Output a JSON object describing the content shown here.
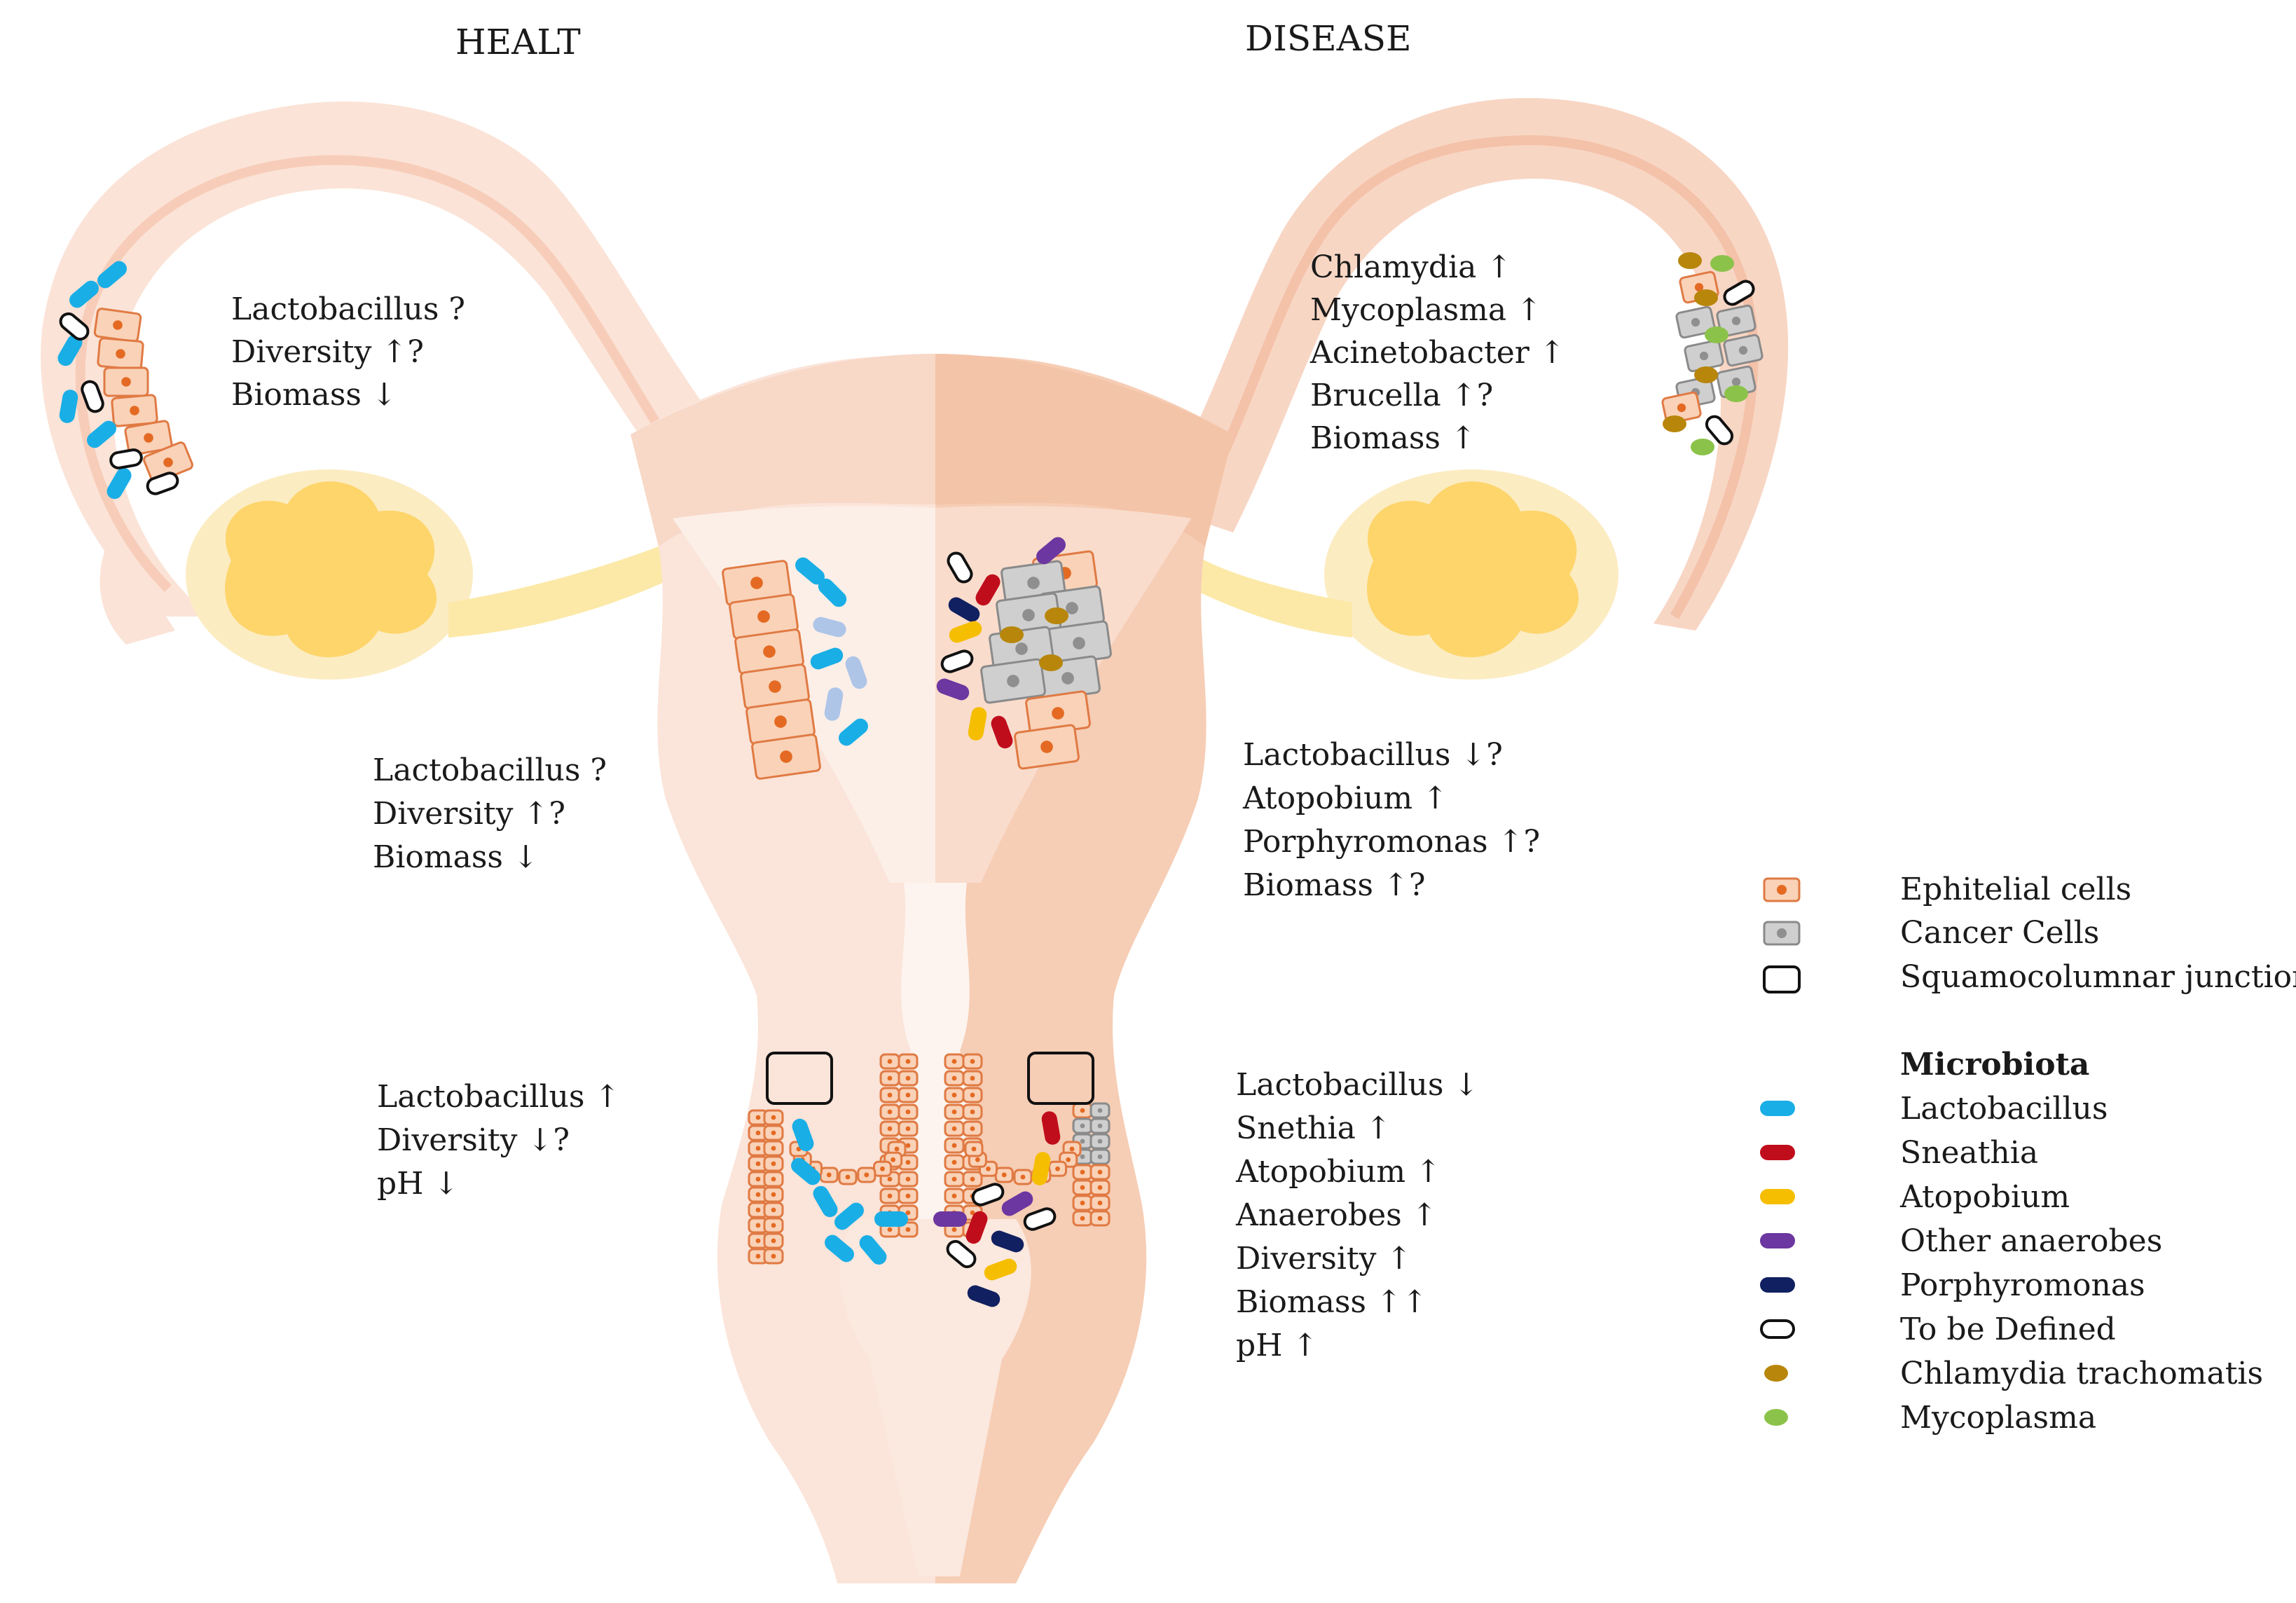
{
  "headers": {
    "health": "HEALT",
    "disease": "DISEASE"
  },
  "health": {
    "tube": [
      "Lactobacillus ?",
      "Diversity ↑?",
      "Biomass ↓"
    ],
    "uterus": [
      "Lactobacillus ?",
      "Diversity ↑?",
      "Biomass ↓"
    ],
    "cervix": [
      "Lactobacillus ↑",
      "Diversity ↓?",
      "pH ↓"
    ]
  },
  "disease": {
    "tube": [
      "Chlamydia ↑",
      "Mycoplasma ↑",
      "Acinetobacter ↑",
      "Brucella ↑?",
      "Biomass ↑"
    ],
    "uterus": [
      "Lactobacillus ↓?",
      "Atopobium ↑",
      "Porphyromonas ↑?",
      "Biomass ↑?"
    ],
    "cervix": [
      "Lactobacillus ↓",
      "Snethia ↑",
      "Atopobium ↑",
      "Anaerobes ↑",
      "Diversity ↑",
      "Biomass ↑↑",
      "pH ↑"
    ]
  },
  "legend": {
    "cells": [
      {
        "label": "Ephitelial cells",
        "icon": "epithelial-cell-icon"
      },
      {
        "label": "Cancer Cells",
        "icon": "cancer-cell-icon"
      },
      {
        "label": "Squamocolumnar junction",
        "icon": "junction-box-icon"
      }
    ],
    "microbiota_title": "Microbiota",
    "microbiota": [
      {
        "label": "Lactobacillus",
        "color": "#1aaee6",
        "shape": "rod"
      },
      {
        "label": "Sneathia",
        "color": "#c00d1c",
        "shape": "rod"
      },
      {
        "label": "Atopobium",
        "color": "#f6be00",
        "shape": "rod"
      },
      {
        "label": "Other anaerobes",
        "color": "#6c37a0",
        "shape": "rod"
      },
      {
        "label": "Porphyromonas",
        "color": "#102060",
        "shape": "rod"
      },
      {
        "label": "To be Defined",
        "color": "#ffffff",
        "shape": "outline-rod"
      },
      {
        "label": "Chlamydia trachomatis",
        "color": "#b8860b",
        "shape": "oval"
      },
      {
        "label": "Mycoplasma",
        "color": "#8bc34a",
        "shape": "oval"
      }
    ]
  },
  "colors": {
    "tissue_light": "#fbe5da",
    "tissue_dark": "#f6c8ad",
    "ovary": "#fcd86a",
    "cell_fill": "#f9d2b8",
    "cell_stroke": "#e07a43",
    "nucleus": "#e46a23",
    "cancer_fill": "#cfcfcf"
  }
}
